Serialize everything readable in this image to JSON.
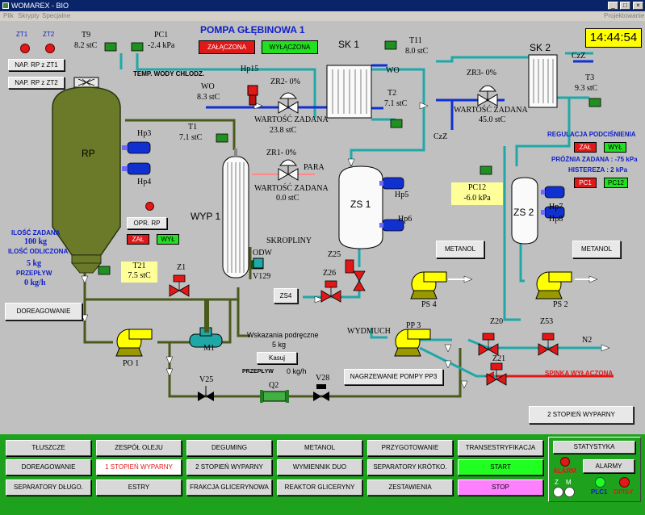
{
  "window": {
    "title": "WOMAREX - BIO",
    "menu": [
      "Plik",
      "Skrypty",
      "Specjalne"
    ],
    "right_label": "Projektowanie"
  },
  "header": {
    "title": "POMPA GŁĘBINOWA 1",
    "clock": "14:44:54",
    "on_label": "ZAŁĄCZONA",
    "off_label": "WYŁĄCZONA"
  },
  "left": {
    "zt1": "ZT1",
    "zt2": "ZT2",
    "nap1": "NAP. RP z  ZT1",
    "nap2": "NAP. RP z  ZT2",
    "t9": "T9",
    "t9_val": "8.2 stC",
    "pc1": "PC1",
    "pc1_val": "-2.4 kPa",
    "temp_wody": "TEMP. WODY CHLODZ.",
    "hp15": "Hp15",
    "wo1": "WO",
    "wo1_val": "8.3 stC",
    "rp": "RP",
    "hp3": "Hp3",
    "hp4": "Hp4",
    "opr": "OPR. RP",
    "zal": "ZAŁ",
    "wyl": "WYŁ",
    "ilosc_zadana": "ILOŚĆ ZADANA",
    "ilosc_zadana_val": "100 kg",
    "ilosc_odliczona": "ILOŚĆ ODLICZONA",
    "ilosc_odliczona_val": "5 kg",
    "przeplyw": "PRZEPŁYW",
    "przeplyw_val": "0 kg/h",
    "t21": "T21",
    "t21_val": "7.5 stC",
    "z1": "Z1",
    "doreagowanie": "DOREAGOWANIE",
    "po1": "PO 1",
    "m1": "M1",
    "v25": "V25",
    "q2": "Q2",
    "v28": "V28"
  },
  "middle": {
    "t1": "T1",
    "t1_val": "7.1 stC",
    "zr2": "ZR2- 0%",
    "wz_label": "WARTOŚĆ ZADANA",
    "wz2_val": "23.8 stC",
    "zr1": "ZR1- 0%",
    "para": "PARA",
    "wz1_val": "0.0 stC",
    "wyp1": "WYP 1",
    "skropliny": "SKROPLINY",
    "odw": "ODW",
    "v129": "V129",
    "wskazania": "Wskazania podręczne",
    "wsk_val": "5 kg",
    "kasuj": "Kasuj",
    "przeplyw2": "PRZEPŁYW",
    "przeplyw2_val": "0 kg/h"
  },
  "sk1": {
    "sk1": "SK 1",
    "t11": "T11",
    "t11_val": "8.0 stC",
    "wo": "WO",
    "t2": "T2",
    "t2_val": "7.1 stC",
    "zs1": "ZS 1",
    "hp5": "Hp5",
    "hp6": "Hp6",
    "z25": "Z25",
    "z26": "Z26",
    "zs4": "ZS4",
    "ps4": "PS 4",
    "metanol": "METANOL",
    "wydmuch": "WYDMUCH",
    "pp3": "PP 3",
    "nagrzewanie": "NAGRZEWANIE POMPY PP3",
    "czz": "CzZ"
  },
  "sk2": {
    "sk2": "SK 2",
    "czz": "CzZ",
    "t3": "T3",
    "t3_val": "9.3 stC",
    "zr3": "ZR3- 0%",
    "wz_label": "WARTOŚĆ ZADANA",
    "wz3_val": "45.0 stC",
    "regulacja": "REGULACJA PODCIŚNIENIA",
    "zal": "ZAŁ",
    "wyl": "WYŁ",
    "proznia": "PRÓŻNIA ZADANA : -75 kPa",
    "histereza": "HISTEREZA :   2 kPa",
    "pc1": "PC1",
    "pc12": "PC12",
    "pc12_label": "PC12",
    "pc12_val": "-6.0 kPa",
    "zs2": "ZS 2",
    "hp7": "Hp7",
    "hp8": "Hp8",
    "metanol": "METANOL",
    "ps2": "PS 2",
    "z20": "Z20",
    "z53": "Z53",
    "z21": "Z21",
    "n2": "N2",
    "spinka": "SPINKA WYŁĄCZONA",
    "stopien": "2 STOPIEŃ WYPARNY"
  },
  "bottom": {
    "buttons": [
      [
        "TŁUSZCZE",
        "ZESPÓŁ OLEJU",
        "DEGUMING",
        "METANOL",
        "PRZYGOTOWANIE",
        "TRANSESTRYFIKACJA"
      ],
      [
        "DOREAGOWANIE",
        "1 STOPIEŃ WYPARNY",
        "2 STOPIEŃ WYPARNY",
        "WYMIENNIK DUO",
        "SEPARATORY KRÓTKO.",
        "START"
      ],
      [
        "SEPARATORY DŁUGO.",
        "ESTRY",
        "FRAKCJA GLICERYNOWA",
        "REAKTOR GLICERYNY",
        "ZESTAWIENIA",
        "STOP"
      ]
    ],
    "statystyka": "STATYSTYKA",
    "alarm": "ALARM",
    "alarmy": "ALARMY",
    "z": "Z",
    "m": "M",
    "plc1": "PLC1",
    "opisy": "OPISY"
  },
  "colors": {
    "pipe_teal": "#20a8a8",
    "pipe_olive": "#4a5a1c",
    "valve_red": "#e01818",
    "pump_yellow": "#ffff00",
    "motor_blue": "#1030d0"
  }
}
